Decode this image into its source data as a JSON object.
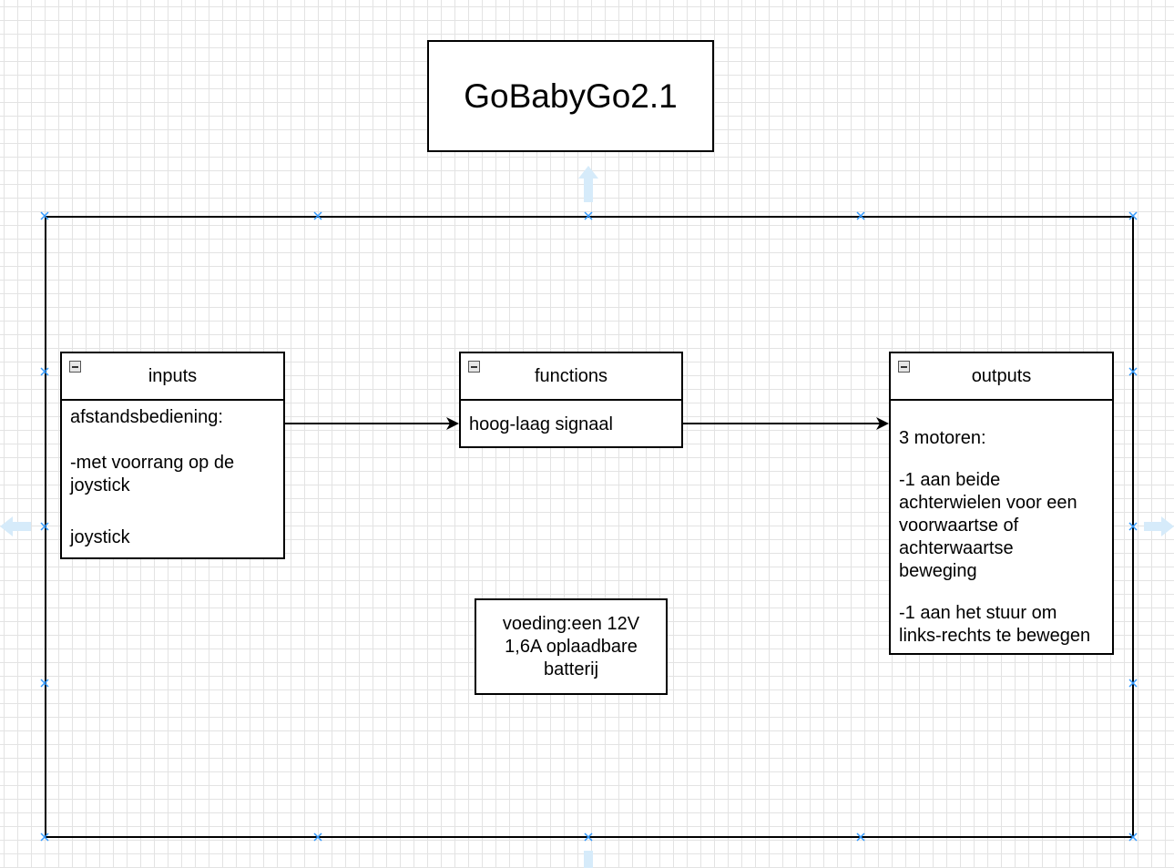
{
  "title": "GoBabyGo2.1",
  "inputs": {
    "header": "inputs",
    "lines": [
      "afstandsbediening:",
      "",
      "-met voorrang op de",
      "joystick",
      "",
      "joystick"
    ]
  },
  "functions": {
    "header": "functions",
    "lines": [
      "hoog-laag signaal"
    ]
  },
  "outputs": {
    "header": "outputs",
    "lines": [
      "3 motoren:",
      "",
      "-1 aan beide",
      "achterwielen voor een",
      "voorwaartse of",
      "achterwaartse",
      "beweging",
      "",
      "-1 aan het stuur om",
      "links-rechts te bewegen"
    ]
  },
  "power_note": {
    "lines": [
      "voeding:een 12V",
      "1,6A oplaadbare",
      "batterij"
    ]
  },
  "colors": {
    "stroke": "#000000",
    "grid": "#e3e3e3",
    "selection_handle": "#3399ff",
    "hover_arrow": "#d6ebfa"
  },
  "icons": [
    "collapse-icon",
    "resize-handle-icon",
    "hover-arrow-icon",
    "connector-arrow"
  ]
}
